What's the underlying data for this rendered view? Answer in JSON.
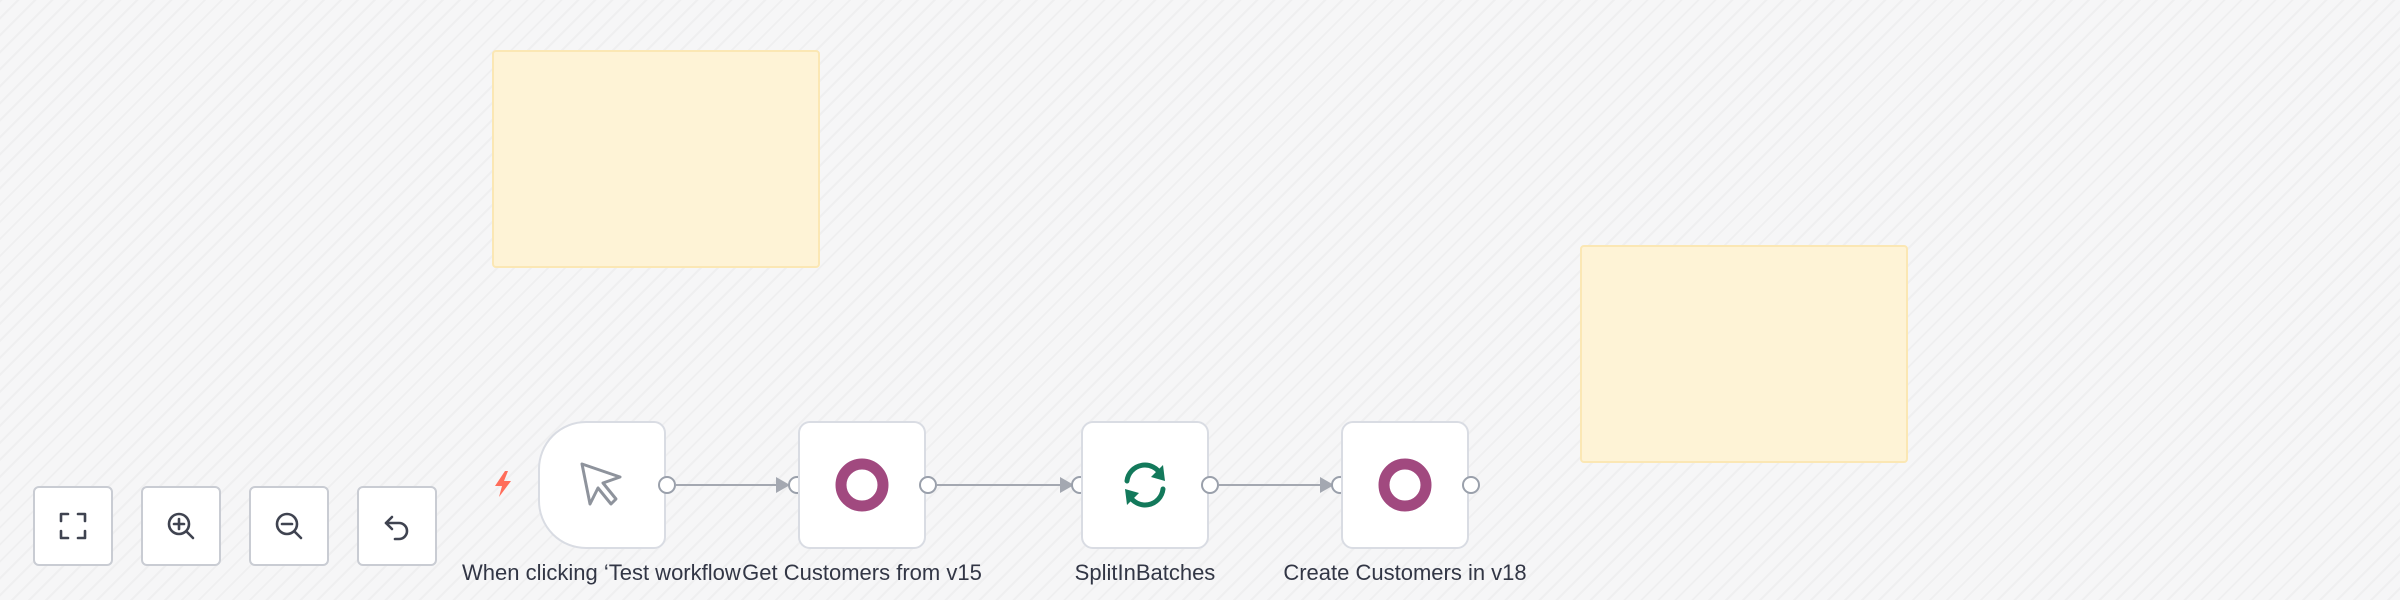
{
  "colors": {
    "sticky_fill": "#fef3d6",
    "node_border": "#d9dce3",
    "edge": "#a4a8b1",
    "trigger_bolt": "#ff6d5a",
    "odoo_purple": "#a1497f",
    "batch_green": "#13795b"
  },
  "nodes": [
    {
      "label": "When clicking ‘Test workflow’",
      "icon": "cursor-arrow-icon"
    },
    {
      "label": "Get Customers from v15",
      "icon": "odoo-ring-icon"
    },
    {
      "label": "SplitInBatches",
      "icon": "refresh-loop-icon"
    },
    {
      "label": "Create Customers in v18",
      "icon": "odoo-ring-icon"
    }
  ],
  "controls": [
    {
      "name": "fit-view",
      "icon": "fit-to-screen-icon"
    },
    {
      "name": "zoom-in",
      "icon": "zoom-in-icon"
    },
    {
      "name": "zoom-out",
      "icon": "zoom-out-icon"
    },
    {
      "name": "undo",
      "icon": "undo-icon"
    }
  ]
}
